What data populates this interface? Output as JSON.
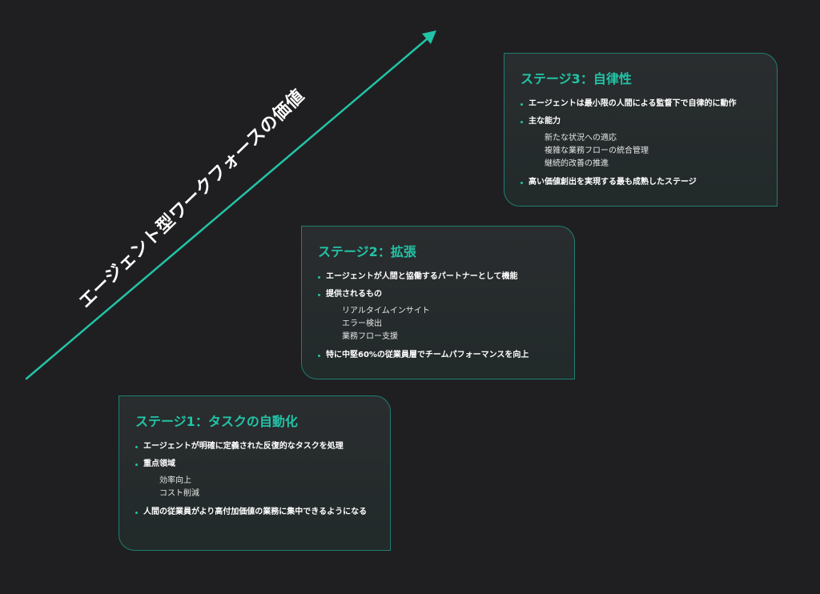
{
  "diagram": {
    "title": "エージェント型ワークフォースの価値",
    "colors": {
      "background": "#1f1f21",
      "accent": "#22c3a6",
      "border": "#1f7f72",
      "text": "#ffffff"
    }
  },
  "stages": [
    {
      "title": "ステージ1：タスクの自動化",
      "items": [
        {
          "text": "エージェントが明確に定義された反復的なタスクを処理",
          "subitems": []
        },
        {
          "text": "重点領域",
          "subitems": [
            "効率向上",
            "コスト削減"
          ]
        },
        {
          "text": "人間の従業員がより高付加価値の業務に集中できるようになる",
          "subitems": []
        }
      ]
    },
    {
      "title": "ステージ2：拡張",
      "items": [
        {
          "text": "エージェントが人間と協働するパートナーとして機能",
          "subitems": []
        },
        {
          "text": "提供されるもの",
          "subitems": [
            "リアルタイムインサイト",
            "エラー検出",
            "業務フロー支援"
          ]
        },
        {
          "text": "特に中堅60%の従業員層でチームパフォーマンスを向上",
          "subitems": []
        }
      ]
    },
    {
      "title": "ステージ3：自律性",
      "items": [
        {
          "text": "エージェントは最小限の人間による監督下で自律的に動作",
          "subitems": []
        },
        {
          "text": "主な能力",
          "subitems": [
            "新たな状況への適応",
            "複雑な業務フローの統合管理",
            "継続的改善の推進"
          ]
        },
        {
          "text": "高い価値創出を実現する最も成熟したステージ",
          "subitems": []
        }
      ]
    }
  ]
}
